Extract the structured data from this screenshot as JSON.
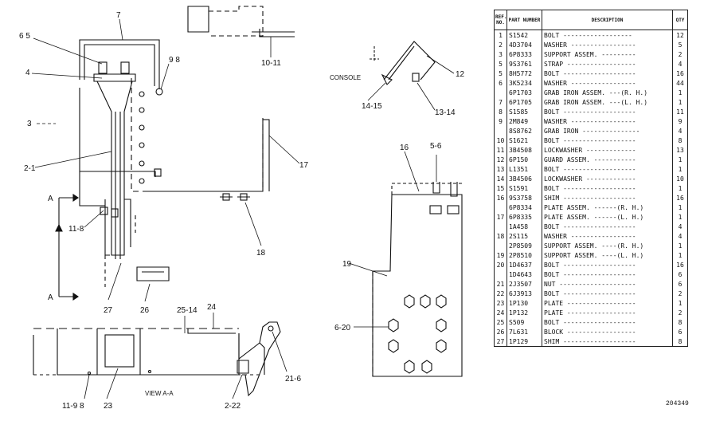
{
  "callouts": {
    "c7": "7",
    "c65": "6 5",
    "c98": "9 8",
    "c1011": "10-11",
    "c4": "4",
    "c3": "3",
    "c21": "2-1",
    "c118": "11-8",
    "c17": "17",
    "c18": "18",
    "c27": "27",
    "c26": "26",
    "cA1": "A",
    "cA2": "A",
    "c2514": "25-14",
    "c24": "24",
    "c1198": "11-9 8",
    "c23": "23",
    "c222": "2-22",
    "c216": "21-6",
    "c12": "12",
    "c1415": "14-15",
    "c1314": "13-14",
    "c16": "16",
    "c56": "5-6",
    "c19": "19",
    "c620": "6-20"
  },
  "labels": {
    "console": "CONSOLE",
    "view": "VIEW A-A"
  },
  "table": {
    "headers": {
      "ref": "REF. NO.",
      "part": "PART NUMBER",
      "desc": "DESCRIPTION",
      "qty": "QTY"
    },
    "rows": [
      {
        "ref": "1",
        "part": "S1542",
        "desc": "BOLT ------------------",
        "qty": "12"
      },
      {
        "ref": "2",
        "part": "4D3704",
        "desc": "WASHER -----------------",
        "qty": "5"
      },
      {
        "ref": "3",
        "part": "6P8333",
        "desc": "SUPPORT ASSEM. ---------",
        "qty": "2"
      },
      {
        "ref": "5",
        "part": "9S3761",
        "desc": "STRAP ------------------",
        "qty": "4"
      },
      {
        "ref": "5",
        "part": "8H5772",
        "desc": "BOLT -------------------",
        "qty": "16"
      },
      {
        "ref": "6",
        "part": "3K5234",
        "desc": "WASHER -----------------",
        "qty": "44"
      },
      {
        "ref": "",
        "part": "6P1703",
        "desc": "GRAB IRON ASSEM. ---(R. H.)",
        "qty": "1"
      },
      {
        "ref": "7",
        "part": "6P1705",
        "desc": "GRAB IRON ASSEM. ---(L. H.)",
        "qty": "1"
      },
      {
        "ref": "8",
        "part": "S1585",
        "desc": "BOLT -------------------",
        "qty": "11"
      },
      {
        "ref": "9",
        "part": "2M849",
        "desc": "WASHER -----------------",
        "qty": "9"
      },
      {
        "ref": "",
        "part": "8S8762",
        "desc": "GRAB IRON ---------------",
        "qty": "4"
      },
      {
        "ref": "10",
        "part": "S1621",
        "desc": "BOLT -------------------",
        "qty": "8"
      },
      {
        "ref": "11",
        "part": "3B4508",
        "desc": "LOCKWASHER -------------",
        "qty": "13"
      },
      {
        "ref": "12",
        "part": "6P150",
        "desc": "GUARD ASSEM. -----------",
        "qty": "1"
      },
      {
        "ref": "13",
        "part": "L1351",
        "desc": "BOLT -------------------",
        "qty": "1"
      },
      {
        "ref": "14",
        "part": "3B4506",
        "desc": "LOCKWASHER -------------",
        "qty": "10"
      },
      {
        "ref": "15",
        "part": "S1591",
        "desc": "BOLT -------------------",
        "qty": "1"
      },
      {
        "ref": "16",
        "part": "9S3758",
        "desc": "SHIM -------------------",
        "qty": "16"
      },
      {
        "ref": "",
        "part": "6P8334",
        "desc": "PLATE ASSEM. ------(R. H.)",
        "qty": "1"
      },
      {
        "ref": "17",
        "part": "6P8335",
        "desc": "PLATE ASSEM. ------(L. H.)",
        "qty": "1"
      },
      {
        "ref": "",
        "part": "1A458",
        "desc": "BOLT -------------------",
        "qty": "4"
      },
      {
        "ref": "18",
        "part": "2S115",
        "desc": "WASHER -----------------",
        "qty": "4"
      },
      {
        "ref": "",
        "part": "2P8509",
        "desc": "SUPPORT ASSEM. ----(R. H.)",
        "qty": "1"
      },
      {
        "ref": "19",
        "part": "2P8510",
        "desc": "SUPPORT ASSEM. ----(L. H.)",
        "qty": "1"
      },
      {
        "ref": "20",
        "part": "1D4637",
        "desc": "BOLT -------------------",
        "qty": "16"
      },
      {
        "ref": "",
        "part": "1D4643",
        "desc": "BOLT -------------------",
        "qty": "6"
      },
      {
        "ref": "21",
        "part": "2J3507",
        "desc": "NUT --------------------",
        "qty": "6"
      },
      {
        "ref": "22",
        "part": "6J3913",
        "desc": "BOLT -------------------",
        "qty": "2"
      },
      {
        "ref": "23",
        "part": "1P130",
        "desc": "PLATE ------------------",
        "qty": "1"
      },
      {
        "ref": "24",
        "part": "1P132",
        "desc": "PLATE ------------------",
        "qty": "2"
      },
      {
        "ref": "25",
        "part": "S509",
        "desc": "BOLT -------------------",
        "qty": "8"
      },
      {
        "ref": "26",
        "part": "7L631",
        "desc": "BLOCK ------------------",
        "qty": "6"
      },
      {
        "ref": "27",
        "part": "1P129",
        "desc": "SHIM -------------------",
        "qty": "8"
      }
    ]
  },
  "page_number": "204349"
}
